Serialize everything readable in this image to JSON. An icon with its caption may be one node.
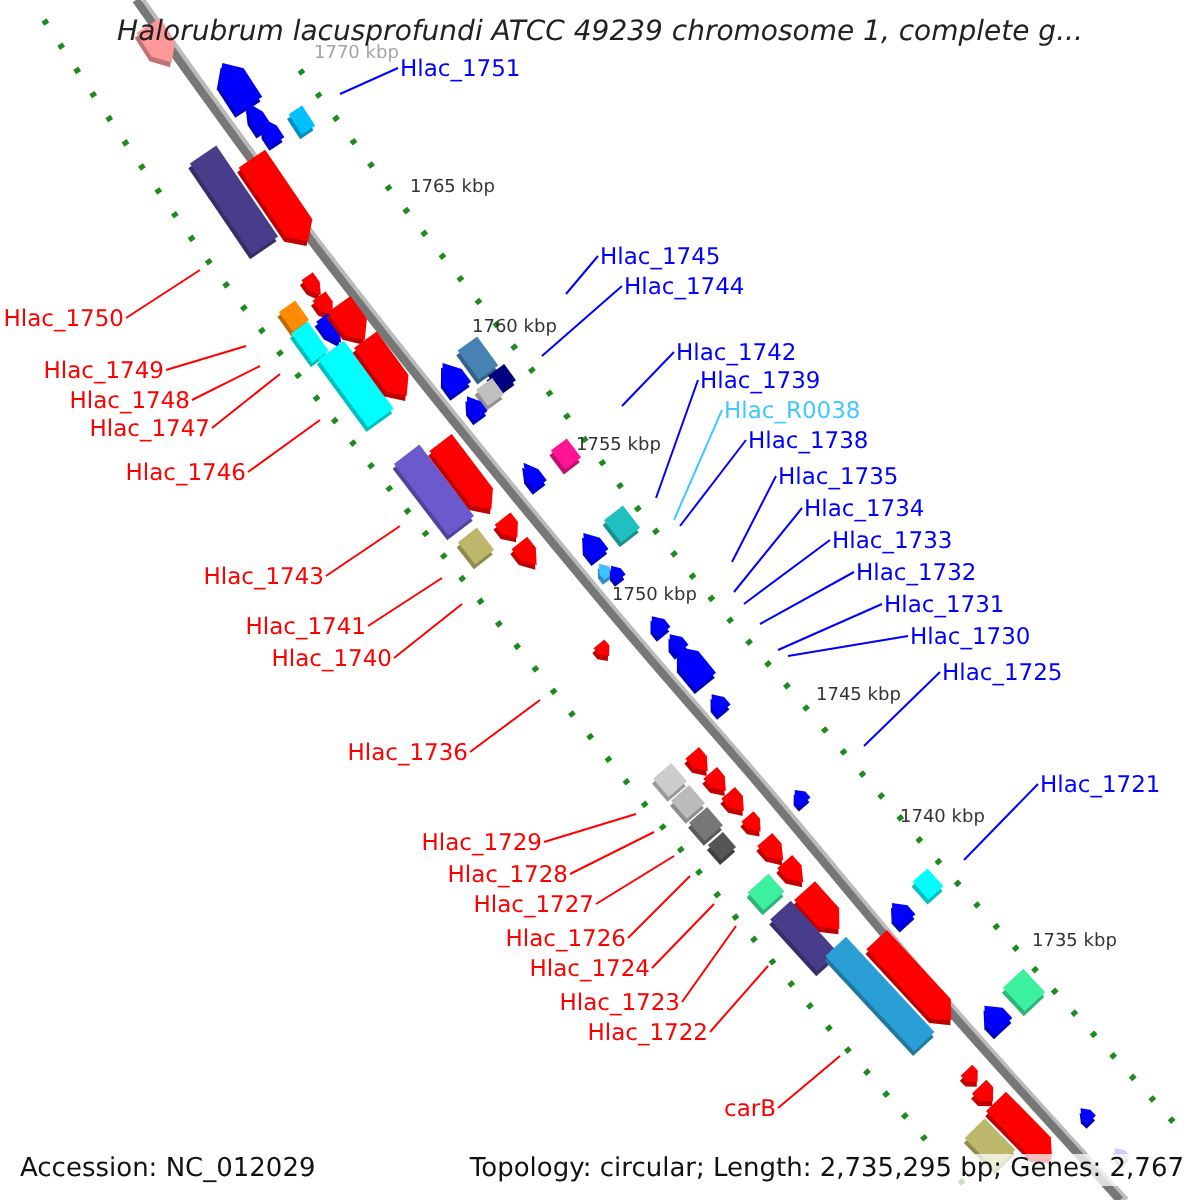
{
  "diagram": {
    "title": "Halorubrum lacusprofundi ATCC 49239 chromosome 1, complete g...",
    "nodes": [
      {
        "text": [
          "Hlac_1751"
        ]
      },
      {
        "text": [
          "Hlac_1745"
        ]
      },
      {
        "text": [
          "Hlac_1744"
        ]
      },
      {
        "text": [
          "Hlac_1750"
        ]
      },
      {
        "text": [
          "Hlac_1742"
        ]
      },
      {
        "text": [
          "Hlac_1749"
        ]
      },
      {
        "text": [
          "Hlac_1739"
        ]
      },
      {
        "text": [
          "Hlac_1748"
        ]
      },
      {
        "text": [
          "Hlac_R0038"
        ]
      },
      {
        "text": [
          "Hlac_1747"
        ]
      },
      {
        "text": [
          "Hlac_1738"
        ]
      },
      {
        "text": [
          "Hlac_1746"
        ]
      },
      {
        "text": [
          "Hlac_1735"
        ]
      },
      {
        "text": [
          "Hlac_1734"
        ]
      },
      {
        "text": [
          "Hlac_1733"
        ]
      },
      {
        "text": [
          "Hlac_1743"
        ]
      },
      {
        "text": [
          "Hlac_1732"
        ]
      },
      {
        "text": [
          "Hlac_1731"
        ]
      },
      {
        "text": [
          "Hlac_1741"
        ]
      },
      {
        "text": [
          "Hlac_1730"
        ]
      },
      {
        "text": [
          "Hlac_1740"
        ]
      },
      {
        "text": [
          "Hlac_1725"
        ]
      },
      {
        "text": [
          "Hlac_1736"
        ]
      },
      {
        "text": [
          "Hlac_1721"
        ]
      },
      {
        "text": [
          "Hlac_1729"
        ]
      },
      {
        "text": [
          "Hlac_1728"
        ]
      },
      {
        "text": [
          "Hlac_1727"
        ]
      },
      {
        "text": [
          "Hlac_1726"
        ]
      },
      {
        "text": [
          "Hlac_1724"
        ]
      },
      {
        "text": [
          "Hlac_1723"
        ]
      },
      {
        "text": [
          "Hlac_1722"
        ]
      },
      {
        "text": [
          "carB"
        ]
      }
    ],
    "edges": [
      {
        "from": 0,
        "to": null,
        "arrow": "none",
        "color": "#0000ff"
      },
      {
        "from": 1,
        "to": null,
        "arrow": "none",
        "color": "#0000ff"
      },
      {
        "from": 2,
        "to": null,
        "arrow": "none",
        "color": "#0000ff"
      },
      {
        "from": 3,
        "to": null,
        "arrow": "none"
      },
      {
        "from": 4,
        "to": null,
        "arrow": "none",
        "color": "#0000ff"
      },
      {
        "from": 5,
        "to": null,
        "arrow": "none"
      },
      {
        "from": 6,
        "to": null,
        "arrow": "none",
        "color": "#0000ff"
      },
      {
        "from": 7,
        "to": null,
        "arrow": "none"
      },
      {
        "from": 8,
        "to": null,
        "arrow": "none",
        "color": "#40c8ff"
      },
      {
        "from": 9,
        "to": null,
        "arrow": "none"
      },
      {
        "from": 10,
        "to": null,
        "arrow": "none",
        "color": "#0000ff"
      },
      {
        "from": 11,
        "to": null,
        "arrow": "none"
      },
      {
        "from": 12,
        "to": null,
        "arrow": "none",
        "color": "#0000ff"
      },
      {
        "from": 13,
        "to": null,
        "arrow": "none",
        "color": "#0000ff"
      },
      {
        "from": 14,
        "to": null,
        "arrow": "none",
        "color": "#0000ff"
      },
      {
        "from": 15,
        "to": null,
        "arrow": "none"
      },
      {
        "from": 16,
        "to": null,
        "arrow": "none",
        "color": "#0000ff"
      },
      {
        "from": 17,
        "to": null,
        "arrow": "none",
        "color": "#0000ff"
      },
      {
        "from": 18,
        "to": null,
        "arrow": "none"
      },
      {
        "from": 19,
        "to": null,
        "arrow": "none",
        "color": "#0000ff"
      },
      {
        "from": 20,
        "to": null,
        "arrow": "none"
      },
      {
        "from": 21,
        "to": null,
        "arrow": "none",
        "color": "#0000ff"
      },
      {
        "from": 22,
        "to": null,
        "arrow": "none"
      },
      {
        "from": 23,
        "to": null,
        "arrow": "none",
        "color": "#0000ff"
      },
      {
        "from": 24,
        "to": null,
        "arrow": "none"
      },
      {
        "from": 25,
        "to": null,
        "arrow": "none"
      },
      {
        "from": 26,
        "to": null,
        "arrow": "none"
      },
      {
        "from": 27,
        "to": null,
        "arrow": "none"
      },
      {
        "from": 28,
        "to": null,
        "arrow": "none"
      },
      {
        "from": 29,
        "to": null,
        "arrow": "none"
      },
      {
        "from": 30,
        "to": null,
        "arrow": "none"
      },
      {
        "from": 31,
        "to": null,
        "arrow": "none"
      }
    ],
    "labels": [
      "1770 kbp",
      "1765 kbp",
      "1760 kbp",
      "1755 kbp",
      "1750 kbp",
      "1745 kbp",
      "1740 kbp",
      "1735 kbp",
      "Accession: NC_012029",
      "Topology: circular; Length: 2,735,295 bp; Genes: 2,767"
    ]
  }
}
